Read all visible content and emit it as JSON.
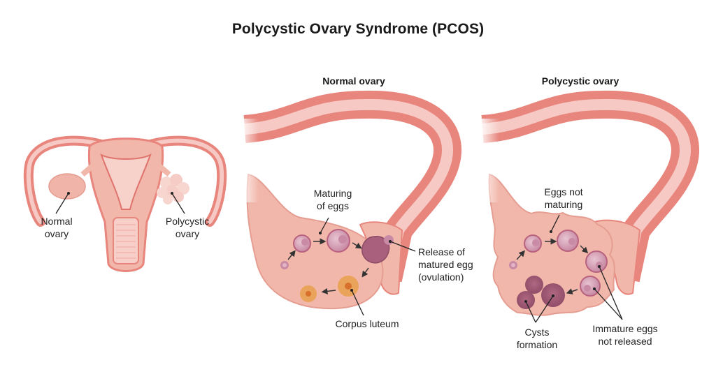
{
  "title": "Polycystic Ovary Syndrome (PCOS)",
  "panels": {
    "uterus": {
      "labels": {
        "normal_ovary": [
          "Normal",
          "ovary"
        ],
        "polycystic_ovary": [
          "Polycystic",
          "ovary"
        ]
      }
    },
    "normal": {
      "heading": "Normal ovary",
      "labels": {
        "maturing": [
          "Maturing",
          "of eggs"
        ],
        "release": [
          "Release of",
          "matured egg",
          "(ovulation)"
        ],
        "corpus": "Corpus luteum"
      }
    },
    "polycystic": {
      "heading": "Polycystic ovary",
      "labels": {
        "not_maturing": [
          "Eggs not",
          "maturing"
        ],
        "cysts": [
          "Cysts",
          "formation"
        ],
        "immature": [
          "Immature eggs",
          "not released"
        ]
      }
    }
  },
  "colors": {
    "tube_dark": "#e8857c",
    "tube_light": "#f6c9c4",
    "tissue": "#f2b7ab",
    "tissue_dark": "#e59d91",
    "follicle": "#b9627f",
    "follicle_light": "#e3b5c6",
    "corpus": "#e9a35a",
    "text": "#1a1a1a"
  }
}
